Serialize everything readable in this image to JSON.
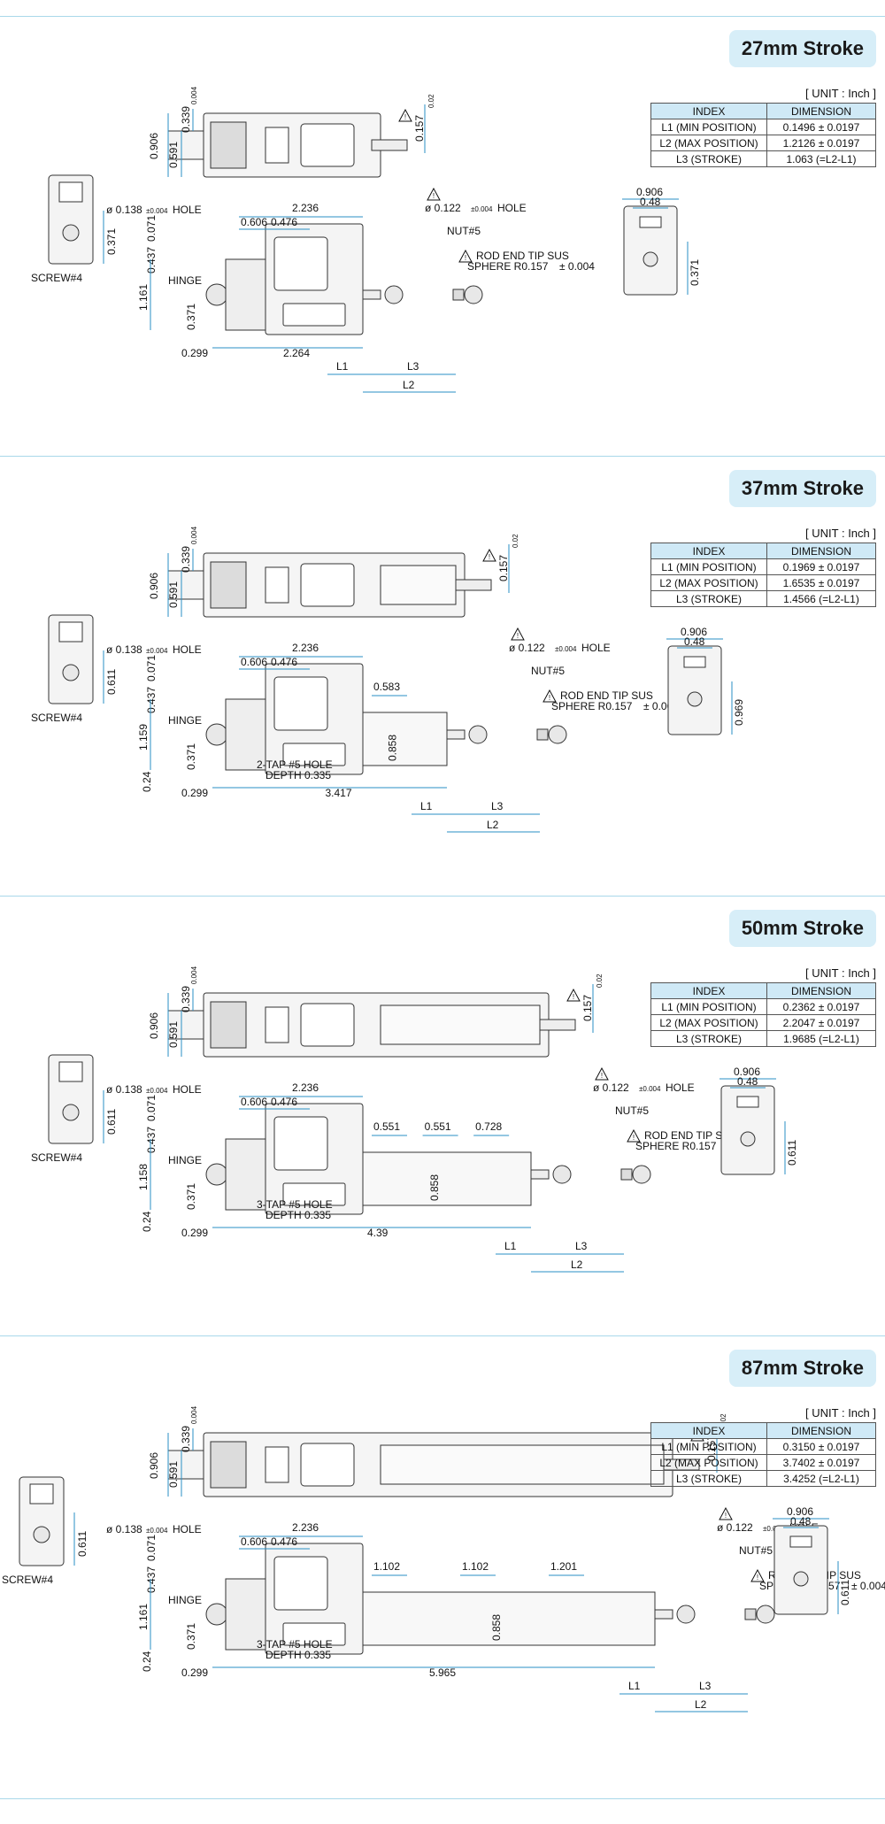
{
  "common": {
    "unit": "[ UNIT : Inch ]",
    "col_index": "INDEX",
    "col_dimension": "DIMENSION",
    "hole_a": "ø 0.138",
    "hole_a_tol": "±0.004",
    "hole_word": "HOLE",
    "hole_b": "ø 0.122",
    "hole_b_tol": "±0.004",
    "nut": "NUT#5",
    "rod_end_1": "ROD END TIP SUS",
    "rod_end_2": "SPHERE R0.157",
    "rod_end_tol": "± 0.004",
    "hinge": "HINGE",
    "screw": "SCREW#4",
    "d_0906": "0.906",
    "d_0591": "0.591",
    "d_0339": "0.339",
    "d_0004": "0.004",
    "d_0157": "0.157",
    "d_002": "0.02",
    "d_2236": "2.236",
    "d_0606": "0.606",
    "d_0476": "0.476",
    "d_0071": "0.071",
    "d_0437": "0.437",
    "d_0299": "0.299",
    "d_048": "0.48",
    "d_0371": "0.371",
    "d_0611": "0.611",
    "d_024": "0.24",
    "d_0858": "0.858",
    "L1": "L1",
    "L2": "L2",
    "L3": "L3",
    "warn": "!"
  },
  "sections": [
    {
      "title": "27mm Stroke",
      "rows": [
        [
          "L1 (MIN POSITION)",
          "0.1496 ± 0.0197"
        ],
        [
          "L2 (MAX POSITION)",
          "1.2126 ± 0.0197"
        ],
        [
          "L3 (STROKE)",
          "1.063 (=L2-L1)"
        ]
      ],
      "height_dim": "1.161",
      "length_dim": "2.264",
      "side_dim": "0.371",
      "spacing": [],
      "tap": "",
      "depth": ""
    },
    {
      "title": "37mm Stroke",
      "rows": [
        [
          "L1 (MIN POSITION)",
          "0.1969 ± 0.0197"
        ],
        [
          "L2 (MAX POSITION)",
          "1.6535 ± 0.0197"
        ],
        [
          "L3 (STROKE)",
          "1.4566 (=L2-L1)"
        ]
      ],
      "height_dim": "1.159",
      "length_dim": "3.417",
      "side_dim": "0.969",
      "spacing": [
        "0.583"
      ],
      "tap": "2-TAP #5 HOLE",
      "depth": "DEPTH 0.335"
    },
    {
      "title": "50mm Stroke",
      "rows": [
        [
          "L1 (MIN POSITION)",
          "0.2362 ± 0.0197"
        ],
        [
          "L2 (MAX POSITION)",
          "2.2047 ± 0.0197"
        ],
        [
          "L3 (STROKE)",
          "1.9685 (=L2-L1)"
        ]
      ],
      "height_dim": "1.158",
      "length_dim": "4.39",
      "side_dim": "0.611",
      "spacing": [
        "0.551",
        "0.551",
        "0.728"
      ],
      "tap": "3-TAP #5 HOLE",
      "depth": "DEPTH 0.335"
    },
    {
      "title": "87mm Stroke",
      "rows": [
        [
          "L1 (MIN POSITION)",
          "0.3150 ± 0.0197"
        ],
        [
          "L2 (MAX POSITION)",
          "3.7402 ± 0.0197"
        ],
        [
          "L3 (STROKE)",
          "3.4252 (=L2-L1)"
        ]
      ],
      "height_dim": "1.161",
      "length_dim": "5.965",
      "side_dim": "0.611",
      "spacing": [
        "1.102",
        "1.102",
        "1.201"
      ],
      "tap": "3-TAP #5 HOLE",
      "depth": "DEPTH 0.335"
    }
  ]
}
